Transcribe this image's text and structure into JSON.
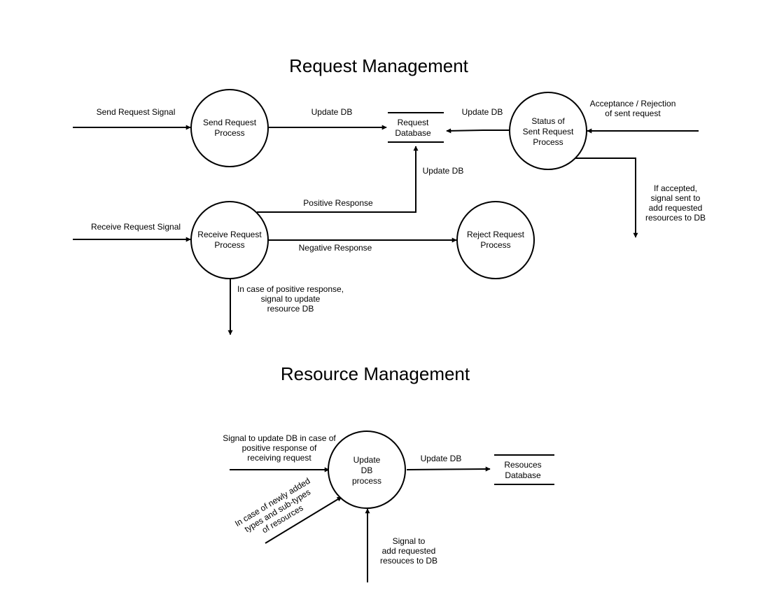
{
  "titles": {
    "request": "Request Management",
    "resource": "Resource Management"
  },
  "nodes": {
    "send_request_process": [
      "Send Request",
      "Process"
    ],
    "request_database": [
      "Request",
      "Database"
    ],
    "status_process": [
      "Status of",
      "Sent Request",
      "Process"
    ],
    "receive_request_process": [
      "Receive Request",
      "Process"
    ],
    "reject_request_process": [
      "Reject Request",
      "Process"
    ],
    "update_db_process": [
      "Update",
      "DB",
      "process"
    ],
    "resources_database": [
      "Resouces",
      "Database"
    ]
  },
  "edges": {
    "send_request_signal": [
      "Send Request Signal"
    ],
    "send_update_db": [
      "Update DB"
    ],
    "status_update_db": [
      "Update DB"
    ],
    "acceptance_rejection": [
      "Acceptance / Rejection",
      "of sent request"
    ],
    "if_accepted": [
      "If accepted,",
      "signal sent to",
      "add requested",
      "resources to DB"
    ],
    "receive_update_db": [
      "Update DB"
    ],
    "positive_response": [
      "Positive Response"
    ],
    "receive_request_signal": [
      "Receive Request Signal"
    ],
    "negative_response": [
      "Negative Response"
    ],
    "positive_signal": [
      "In case of positive response,",
      "signal to update",
      "resource DB"
    ],
    "signal_update_db_positive": [
      "Signal to update DB in case of",
      "positive response of",
      "receiving request"
    ],
    "resource_update_db": [
      "Update DB"
    ],
    "new_types": [
      "In case of newly added",
      "types and sub-types",
      "of resources"
    ],
    "add_requested": [
      "Signal to",
      "add requested",
      "resouces to DB"
    ]
  }
}
